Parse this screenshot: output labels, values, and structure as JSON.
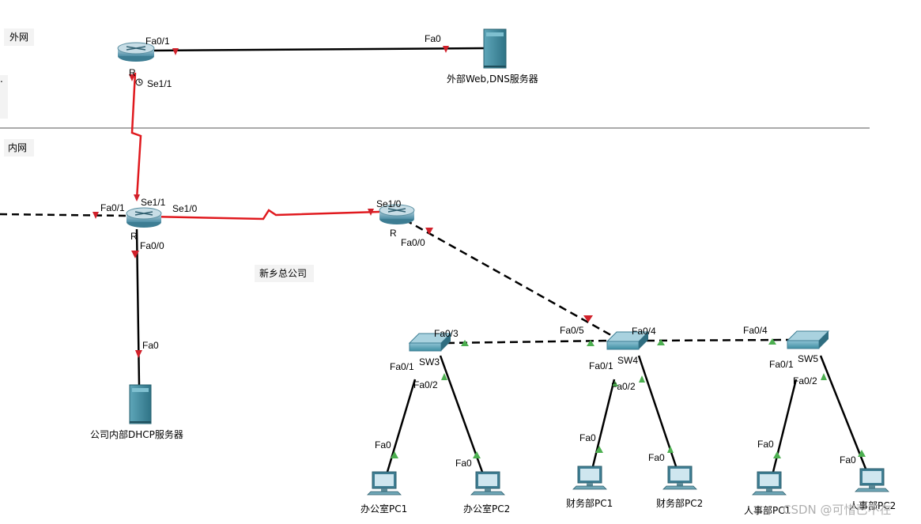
{
  "areas": {
    "external": "外网",
    "internal": "内网",
    "site": "新乡总公司"
  },
  "devices": {
    "r_top": "R",
    "r_mid": "R",
    "r_right": "R",
    "web_dns_server": "外部Web,DNS服务器",
    "dhcp_server": "公司内部DHCP服务器",
    "sw3": "SW3",
    "sw4": "SW4",
    "sw5": "SW5",
    "office_pc1": "办公室PC1",
    "office_pc2": "办公室PC2",
    "finance_pc1": "财务部PC1",
    "finance_pc2": "财务部PC2",
    "hr_pc1": "人事部PC1",
    "hr_pc2": "人事部PC2"
  },
  "ports": {
    "rtop_fa01": "Fa0/1",
    "web_fa0": "Fa0",
    "rtop_se11": "Se1/1",
    "rmid_se11": "Se1/1",
    "rmid_fa01": "Fa0/1",
    "rmid_se10": "Se1/0",
    "rmid_fa00": "Fa0/0",
    "dhcp_fa0": "Fa0",
    "rright_se10": "Se1/0",
    "rright_fa00": "Fa0/0",
    "sw3_fa03": "Fa0/3",
    "sw3_fa01": "Fa0/1",
    "sw3_fa02": "Fa0/2",
    "sw4_fa05": "Fa0/5",
    "sw4_fa04": "Fa0/4",
    "sw4_fa01": "Fa0/1",
    "sw4_fa02": "Fa0/2",
    "sw5_fa04": "Fa0/4",
    "sw5_fa01": "Fa0/1",
    "sw5_fa02": "Fa0/2",
    "pc_office1_fa0": "Fa0",
    "pc_office2_fa0": "Fa0",
    "pc_fin1_fa0": "Fa0",
    "pc_fin2_fa0": "Fa0",
    "pc_hr1_fa0": "Fa0",
    "pc_hr2_fa0": "Fa0"
  },
  "watermark": "CSDN @可惜已不在",
  "colors": {
    "serial_link": "#e0191e",
    "down_marker": "#d0202a",
    "up_marker": "#4caf50",
    "device_teal": "#3f8fa3",
    "divider": "#555555"
  }
}
